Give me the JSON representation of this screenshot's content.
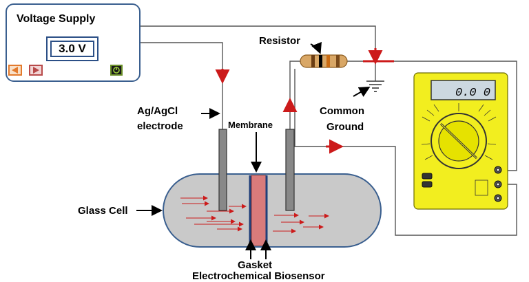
{
  "supply": {
    "title": "Voltage Supply",
    "voltage": "3.0 V",
    "buttons": [
      "decrease-button",
      "increase-button",
      "power-button"
    ]
  },
  "labels": {
    "electrode_line1": "Ag/AgCl",
    "electrode_line2": "electrode",
    "membrane": "Membrane",
    "resistor": "Resistor",
    "ground_line1": "Common",
    "ground_line2": "Ground",
    "glass_cell": "Glass Cell",
    "gasket": "Gasket",
    "biosensor": "Electrochemical Biosensor"
  },
  "multimeter": {
    "reading": "0.0 0",
    "body_color": "#f2ee1f"
  },
  "colors": {
    "wire": "#555555",
    "arrow_red": "#cc1a1a",
    "cell_fill": "#c9c9c9",
    "membrane_fill": "#d97b7b",
    "gasket_line": "#1f3f7a"
  }
}
